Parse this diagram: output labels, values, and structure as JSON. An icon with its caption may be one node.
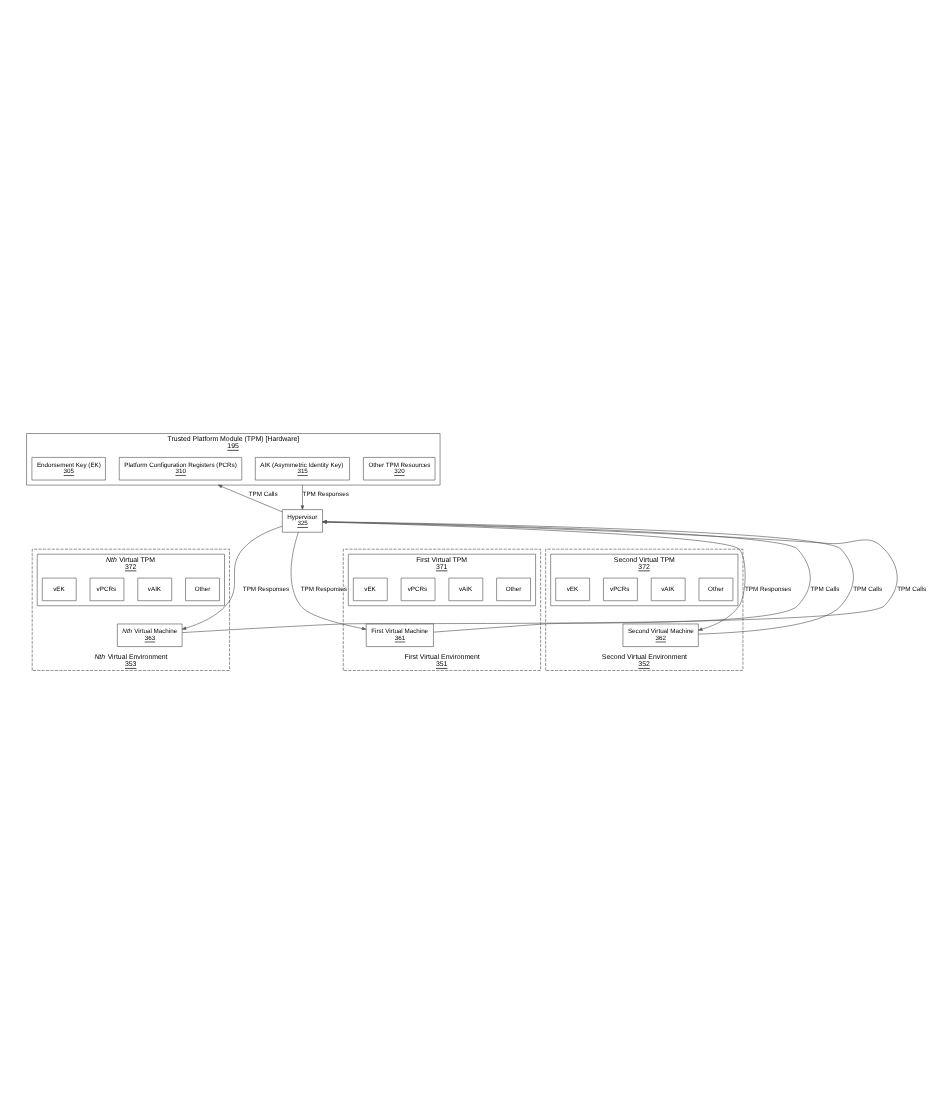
{
  "diagram": {
    "nodes": [
      {
        "text": [
          "Trusted Platform Module (TPM) [Hardware]",
          "195"
        ]
      },
      {
        "text": [
          "Endorsement Key (EK)",
          "305"
        ],
        "in": 0
      },
      {
        "text": [
          "Platform Configuration Registers (PCRs)",
          "310"
        ],
        "in": 0
      },
      {
        "text": [
          "AIK (Asymmetric Identity Key)",
          "315"
        ],
        "in": 0
      },
      {
        "text": [
          "Other TPM Resources",
          "320"
        ],
        "in": 0
      },
      {
        "text": [
          "Hypervisor",
          "325"
        ]
      },
      {
        "text": [
          "First Virtual Environment",
          "351"
        ]
      },
      {
        "text": [
          "First Virtual TPM",
          "371"
        ],
        "in": 6
      },
      {
        "text": [
          "vEK"
        ],
        "in": 7
      },
      {
        "text": [
          "vPCRs"
        ],
        "in": 7
      },
      {
        "text": [
          "vAIK"
        ],
        "in": 7
      },
      {
        "text": [
          "Other"
        ],
        "in": 7
      },
      {
        "text": [
          "First Virtual Machine",
          "361"
        ],
        "in": 6
      },
      {
        "text": [
          "Second Virtual Environment",
          "352"
        ]
      },
      {
        "text": [
          "Second Virtual TPM",
          "372"
        ],
        "in": 13
      },
      {
        "text": [
          "vEK"
        ],
        "in": 14
      },
      {
        "text": [
          "vPCRs"
        ],
        "in": 14
      },
      {
        "text": [
          "vAIK"
        ],
        "in": 14
      },
      {
        "text": [
          "Other"
        ],
        "in": 14
      },
      {
        "text": [
          "Second Virtual Machine",
          "362"
        ],
        "in": 13
      },
      {
        "text": [
          "*Nth* Virtual Environment",
          "353"
        ]
      },
      {
        "text": [
          "*Nth* Virtual TPM",
          "372"
        ],
        "in": 20
      },
      {
        "text": [
          "vEK"
        ],
        "in": 21
      },
      {
        "text": [
          "vPCRs"
        ],
        "in": 21
      },
      {
        "text": [
          "vAIK"
        ],
        "in": 21
      },
      {
        "text": [
          "Other"
        ],
        "in": 21
      },
      {
        "text": [
          "*Nth* Virtual Machine",
          "363"
        ],
        "in": 20
      }
    ],
    "edges": [
      {
        "from": 5,
        "to": 0,
        "arrow": "to",
        "label": "TPM Calls"
      },
      {
        "from": 0,
        "to": 5,
        "arrow": "to",
        "label": "TPM Responses"
      },
      {
        "from": 12,
        "to": 5,
        "arrow": "to",
        "label": "TPM Calls"
      },
      {
        "from": 5,
        "to": 12,
        "arrow": "to",
        "label": "TPM Responses"
      },
      {
        "from": 19,
        "to": 5,
        "arrow": "to",
        "label": "TPM Calls"
      },
      {
        "from": 5,
        "to": 19,
        "arrow": "to",
        "label": "TPM Responses"
      },
      {
        "from": 26,
        "to": 5,
        "arrow": "to",
        "label": "TPM Calls"
      },
      {
        "from": 5,
        "to": 26,
        "arrow": "to",
        "label": "TPM Responses"
      }
    ]
  }
}
